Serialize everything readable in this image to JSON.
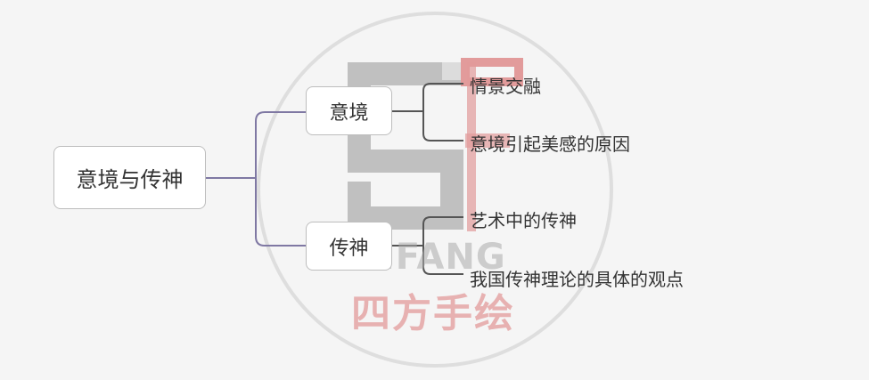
{
  "mindmap": {
    "root": "意境与传神",
    "branches": [
      {
        "label": "意境",
        "children": [
          "情景交融",
          "意境引起美感的原因"
        ]
      },
      {
        "label": "传神",
        "children": [
          "艺术中的传神",
          "我国传神理论的具体的观点"
        ]
      }
    ]
  },
  "watermark": {
    "latin": "SIFANG",
    "cjk": "四方手绘"
  },
  "colors": {
    "background": "#f5f5f5",
    "root_connector": "#7f78a3",
    "branch_connector": "#555555",
    "watermark_gray": "#9e9e9e",
    "watermark_red": "#d66060"
  }
}
